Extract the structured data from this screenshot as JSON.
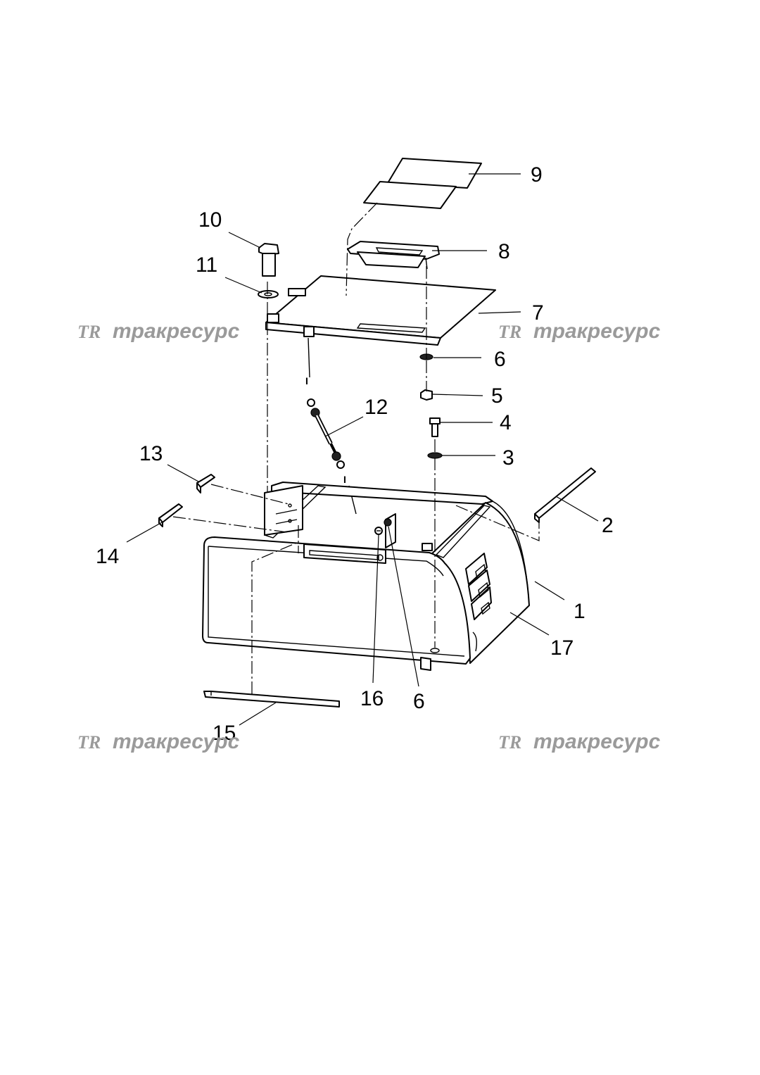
{
  "callouts": [
    {
      "id": "label-1",
      "text": "1"
    },
    {
      "id": "label-2",
      "text": "2"
    },
    {
      "id": "label-3",
      "text": "3"
    },
    {
      "id": "label-4",
      "text": "4"
    },
    {
      "id": "label-5",
      "text": "5"
    },
    {
      "id": "label-6a",
      "text": "6"
    },
    {
      "id": "label-6b",
      "text": "6"
    },
    {
      "id": "label-7",
      "text": "7"
    },
    {
      "id": "label-8",
      "text": "8"
    },
    {
      "id": "label-9",
      "text": "9"
    },
    {
      "id": "label-10",
      "text": "10"
    },
    {
      "id": "label-11",
      "text": "11"
    },
    {
      "id": "label-12",
      "text": "12"
    },
    {
      "id": "label-13",
      "text": "13"
    },
    {
      "id": "label-14",
      "text": "14"
    },
    {
      "id": "label-15",
      "text": "15"
    },
    {
      "id": "label-16",
      "text": "16"
    },
    {
      "id": "label-17",
      "text": "17"
    }
  ],
  "watermark": {
    "logo": "TR",
    "text": "тракресурс"
  },
  "colors": {
    "line": "#000000",
    "watermark": "#9a9a9a",
    "background": "#ffffff"
  }
}
